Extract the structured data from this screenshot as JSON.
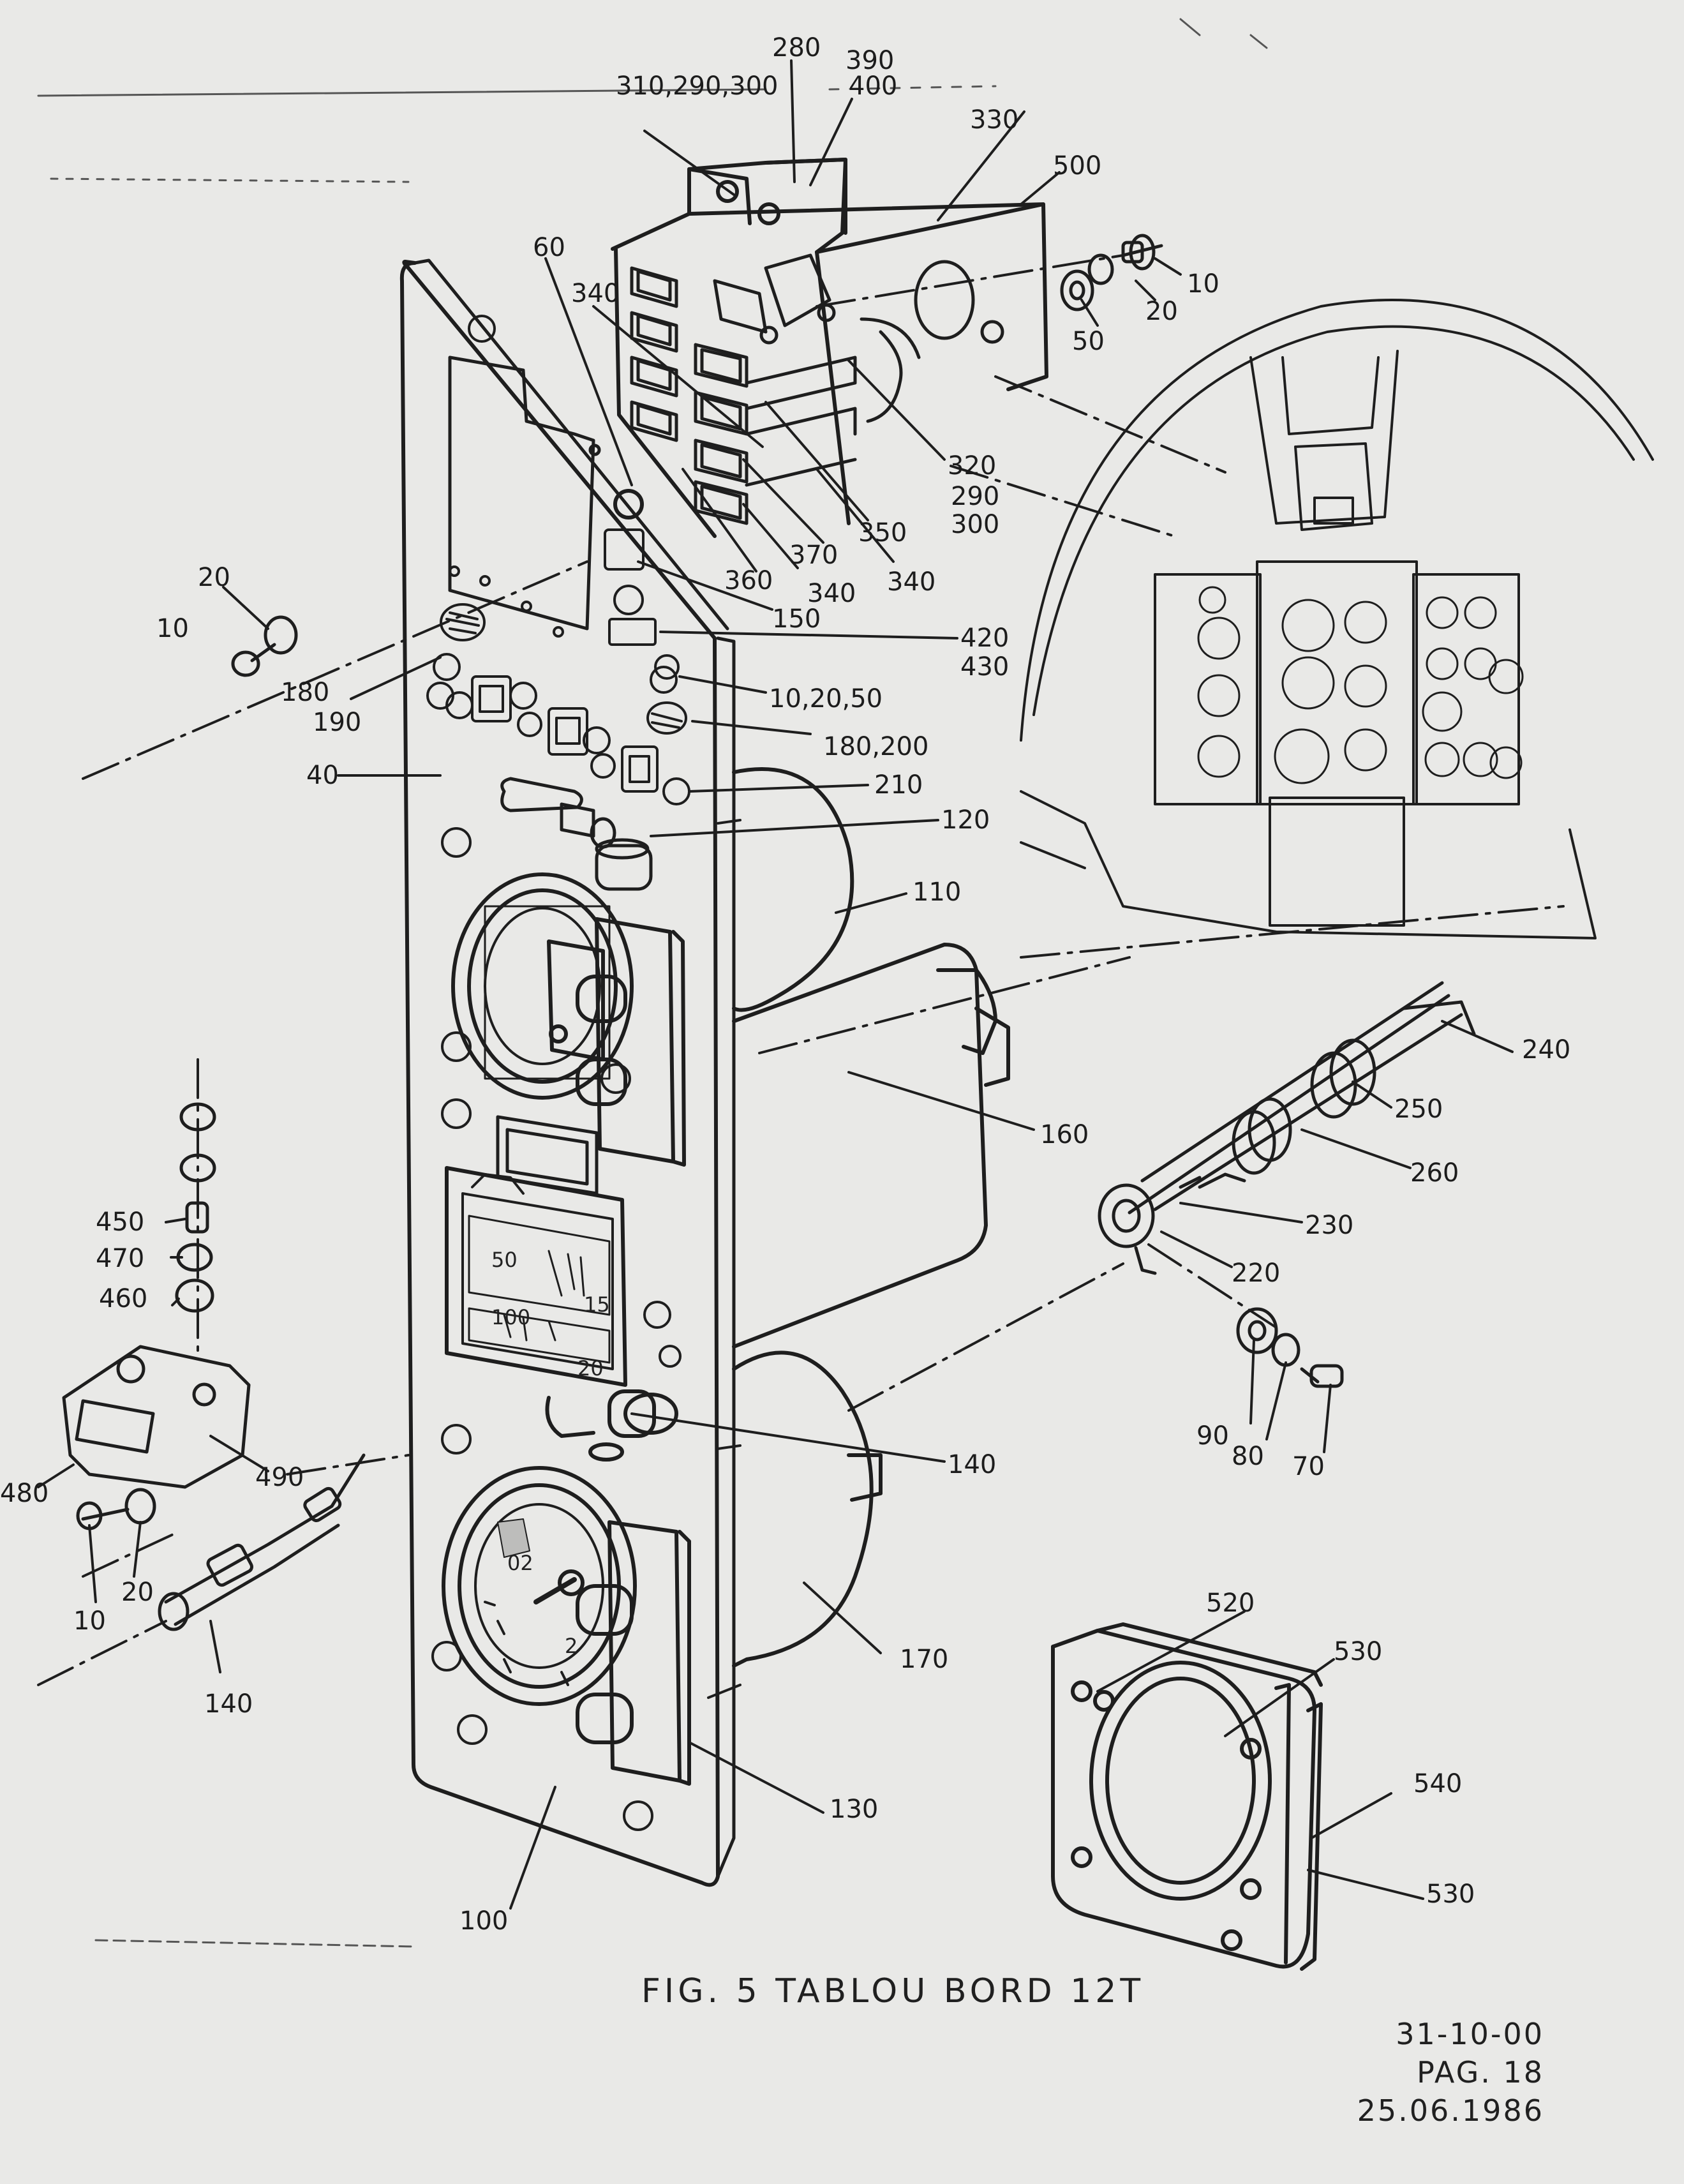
{
  "figure": {
    "caption": "FIG. 5  TABLOU BORD 12T",
    "footer": {
      "section": "31-10-00",
      "page": "PAG. 18",
      "date": "25.06.1986"
    }
  },
  "callouts": {
    "c310": "310,290,300",
    "c280": "280",
    "c390": "390",
    "c400": "400",
    "c330": "330",
    "c500": "500",
    "c10a": "10",
    "c20a": "20",
    "c50a": "50",
    "c60": "60",
    "c340a": "340",
    "c320": "320",
    "c290b": "290",
    "c300b": "300",
    "c350": "350",
    "c370": "370",
    "c360": "360",
    "c340b": "340",
    "c340c": "340",
    "c150": "150",
    "c420": "420",
    "c430": "430",
    "c102050": "10,20,50",
    "c180200": "180,200",
    "c20b": "20",
    "c10b": "10",
    "c180a": "180",
    "c190": "190",
    "c40": "40",
    "c210": "210",
    "c120": "120",
    "c110": "110",
    "c160": "160",
    "c240": "240",
    "c250": "250",
    "c260": "260",
    "c230": "230",
    "c220": "220",
    "c90": "90",
    "c80": "80",
    "c70": "70",
    "c450": "450",
    "c470": "470",
    "c460": "460",
    "c490": "490",
    "c480": "480",
    "c10c": "10",
    "c20c": "20",
    "c140a": "140",
    "c140b": "140",
    "c170": "170",
    "c130": "130",
    "c100": "100",
    "c520": "520",
    "c530a": "530",
    "c540": "540",
    "c530b": "530"
  },
  "gauge_markings": {
    "scale_top_left": "50",
    "scale_top_right": "15",
    "scale_bottom_left": "100",
    "scale_bottom_right": "20",
    "dial_upper": "02",
    "dial_lower": "2"
  }
}
